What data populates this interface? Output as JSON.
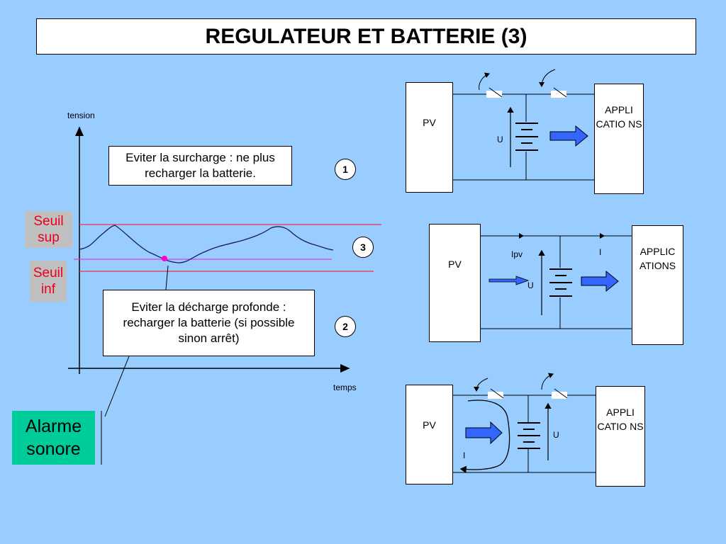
{
  "title": "REGULATEUR ET BATTERIE (3)",
  "graph": {
    "y_axis_label": "tension",
    "x_axis_label": "temps",
    "seuil_sup": "Seuil sup",
    "seuil_inf": "Seuil inf",
    "callout_surcharge": "Eviter la surcharge : ne plus recharger la batterie.",
    "callout_decharge": "Eviter la décharge profonde : recharger la batterie (si possible sinon arrêt)",
    "alarm": "Alarme sonore",
    "markers": [
      "1",
      "3",
      "2"
    ]
  },
  "circuit_1": {
    "pv": "PV",
    "load": "APPLI CATIO NS",
    "voltage": "U"
  },
  "circuit_2": {
    "pv": "PV",
    "load": "APPLIC ATIONS",
    "current_pv": "Ipv",
    "current_load": "I",
    "voltage": "U"
  },
  "circuit_3": {
    "pv": "PV",
    "load": "APPLI CATIO NS",
    "current": "I",
    "voltage": "U"
  },
  "colors": {
    "background": "#99ccff",
    "seuil_text": "#e8001c",
    "seuil_line": "#e8324a",
    "middle_line": "#e040e0",
    "alarm_bg": "#00cc99",
    "arrow_fill": "#3366ff"
  }
}
